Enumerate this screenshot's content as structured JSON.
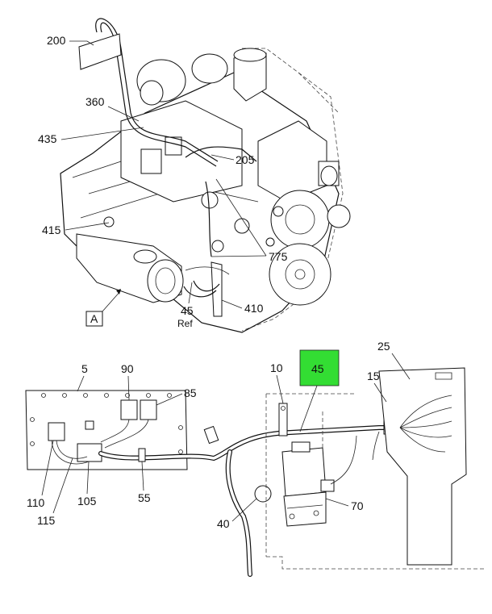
{
  "callouts": {
    "c200": "200",
    "c360": "360",
    "c435": "435",
    "c205": "205",
    "c415": "415",
    "c775": "775",
    "c45ref": "45",
    "ref": "Ref",
    "c410": "410",
    "viewA": "A",
    "c5": "5",
    "c90": "90",
    "c85": "85",
    "c10": "10",
    "c45hl": "45",
    "c15": "15",
    "c25": "25",
    "c110": "110",
    "c115": "115",
    "c105": "105",
    "c55": "55",
    "c40": "40",
    "c70": "70"
  },
  "colors": {
    "highlight": "#33dd33",
    "line": "#111111"
  }
}
